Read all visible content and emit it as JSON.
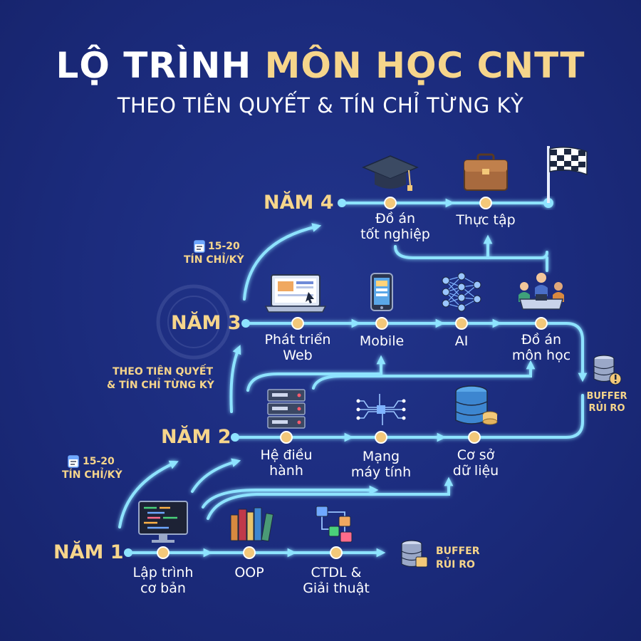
{
  "title": {
    "part1": "LỘ TRÌNH",
    "part2": "MÔN HỌC CNTT"
  },
  "subtitle": "THEO TIÊN QUYẾT & TÍN CHỈ TỪNG KỲ",
  "years": [
    "NĂM 4",
    "NĂM 3",
    "NĂM 2",
    "NĂM 1"
  ],
  "courses": {
    "y4": [
      "Đồ án\ntốt nghiệp",
      "Thực tập"
    ],
    "y3": [
      "Phát triển\nWeb",
      "Mobile",
      "AI",
      "Đồ án\nmôn học"
    ],
    "y2": [
      "Hệ điều\nhành",
      "Mạng\nmáy tính",
      "Cơ sở\ndữ liệu"
    ],
    "y1": [
      "Lập trình\ncơ bản",
      "OOP",
      "CTDL &\nGiải thuật"
    ]
  },
  "notes": {
    "credits_upper": {
      "line1": "15-20",
      "line2": "TÍN CHỈ/KỲ"
    },
    "credits_lower": {
      "line1": "15-20",
      "line2": "TÍN CHỈ/KỲ"
    },
    "prereq": {
      "line1": "THEO TIÊN QUYẾT",
      "line2": "& TÍN CHỈ TỪNG KỲ"
    },
    "buffer_right": {
      "line1": "BUFFER",
      "line2": "RỦI RO"
    },
    "buffer_bottom": {
      "line1": "BUFFER",
      "line2": "RỦI RO"
    }
  },
  "colors": {
    "background": "#1b2b7c",
    "accent": "#f6d58b",
    "line": "#8ee3ff",
    "node": "#f3c879",
    "text": "#ffffff"
  },
  "icons": [
    "graduation-cap-icon",
    "briefcase-icon",
    "checkered-flag-icon",
    "laptop-web-icon",
    "smartphone-icon",
    "neural-network-icon",
    "team-meeting-icon",
    "server-rack-icon",
    "network-circuit-icon",
    "database-icon",
    "code-monitor-icon",
    "books-icon",
    "flowchart-icon",
    "database-warning-icon",
    "calendar-credit-icon"
  ]
}
